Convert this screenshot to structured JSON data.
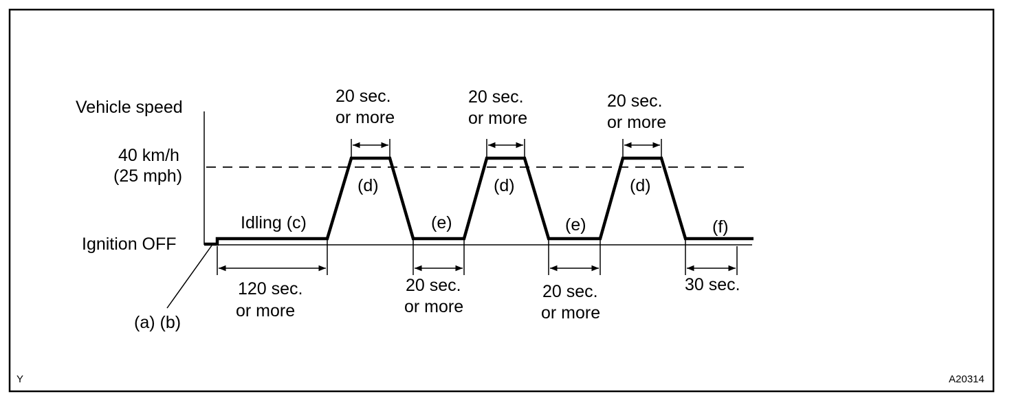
{
  "labels": {
    "y_axis": "Vehicle speed",
    "speed_line1": "40 km/h",
    "speed_line2": "(25 mph)",
    "ignition_off": "Ignition OFF",
    "idling": "Idling (c)",
    "ab": "(a) (b)",
    "d": "(d)",
    "e": "(e)",
    "f": "(f)",
    "sec20": "20 sec.",
    "or_more": "or more",
    "sec120": "120 sec.",
    "sec30": "30 sec.",
    "corner_left": "Y",
    "figure_code": "A20314"
  }
}
